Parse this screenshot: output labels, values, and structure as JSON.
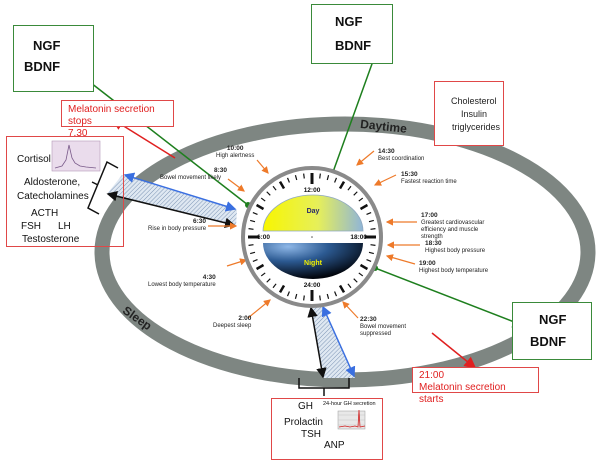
{
  "ring_labels": {
    "daytime": "Daytime",
    "sleep": "Sleep"
  },
  "clock": {
    "hours": {
      "top": "12:00",
      "left": "6:00",
      "right": "18:00",
      "bottom": "24:00"
    },
    "day_label": "Day",
    "night_label": "Night"
  },
  "annotations": [
    {
      "time": "10:00",
      "text": "High alertness"
    },
    {
      "time": "8:30",
      "text": "Bowel movement likely"
    },
    {
      "time": "6:30",
      "text": "Rise in body pressure"
    },
    {
      "time": "4:30",
      "text": "Lowest body temperature"
    },
    {
      "time": "2:00",
      "text": "Deepest sleep"
    },
    {
      "time": "22:30",
      "text": "Bowel movement suppressed"
    },
    {
      "time": "14:30",
      "text": "Best coordination"
    },
    {
      "time": "15:30",
      "text": "Fastest reaction time"
    },
    {
      "time": "17:00",
      "text": "Greatest cardiovascular efficiency and muscle strength"
    },
    {
      "time": "18:30",
      "text": "Highest body pressure"
    },
    {
      "time": "19:00",
      "text": "Highest body temperature"
    }
  ],
  "boxes": {
    "morning_neuro": {
      "items": [
        {
          "label": "NGF",
          "direction": "up"
        },
        {
          "label": "BDNF",
          "direction": "up"
        }
      ]
    },
    "noon_neuro": {
      "items": [
        {
          "label": "NGF",
          "direction": "down"
        },
        {
          "label": "BDNF",
          "direction": "down"
        }
      ]
    },
    "evening_neuro": {
      "items": [
        {
          "label": "NGF",
          "direction": "up"
        },
        {
          "label": "BDNF",
          "direction": "down"
        }
      ]
    },
    "melatonin_stop": {
      "line1": "Melatonin secretion stops",
      "line2": "7.30"
    },
    "melatonin_start": {
      "line1": "21:00",
      "line2": "Melatonin secretion starts"
    },
    "metabolic": {
      "direction": "up",
      "items": [
        "Cholesterol",
        "Insulin",
        "triglycerides"
      ]
    },
    "morning_hormones": {
      "cortisol": "Cortisol",
      "aldosterone": "Aldosterone,",
      "catecholamines": "Catecholamines",
      "acth": "ACTH",
      "fsh": "FSH",
      "lh": "LH",
      "testosterone": "Testosterone"
    },
    "night_hormones": {
      "gh": "GH",
      "gh_chart_title": "24-hour GH secretion",
      "prolactin": "Prolactin",
      "tsh": "TSH",
      "anp": "ANP"
    }
  },
  "colors": {
    "ring": "#7e8682",
    "green": "#1e7f1e",
    "red": "#e02020",
    "orange": "#ee7a2a",
    "blue": "#3a6fe0",
    "day_yellow": "#f6f200",
    "night_blue": "#1e3f6e"
  }
}
